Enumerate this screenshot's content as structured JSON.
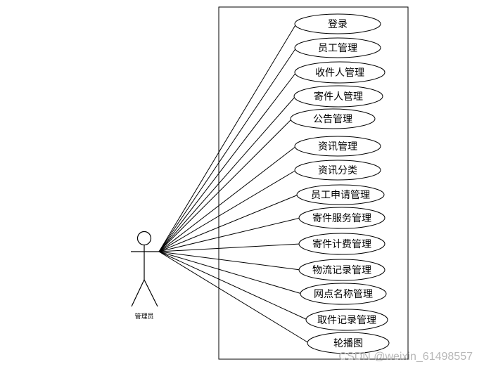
{
  "actor": {
    "label": "管理员",
    "icon": "stick-figure-actor-icon"
  },
  "use_cases": [
    "登录",
    "员工管理",
    "收件人管理",
    "寄件人管理",
    "公告管理",
    "资讯管理",
    "资讯分类",
    "员工申请管理",
    "寄件服务管理",
    "寄件计费管理",
    "物流记录管理",
    "网点名称管理",
    "取件记录管理",
    "轮播图"
  ],
  "watermark": "CSDN @weixin_61498557",
  "colors": {
    "stroke": "#000000",
    "background": "#ffffff",
    "watermark": "#b8b8b8"
  }
}
